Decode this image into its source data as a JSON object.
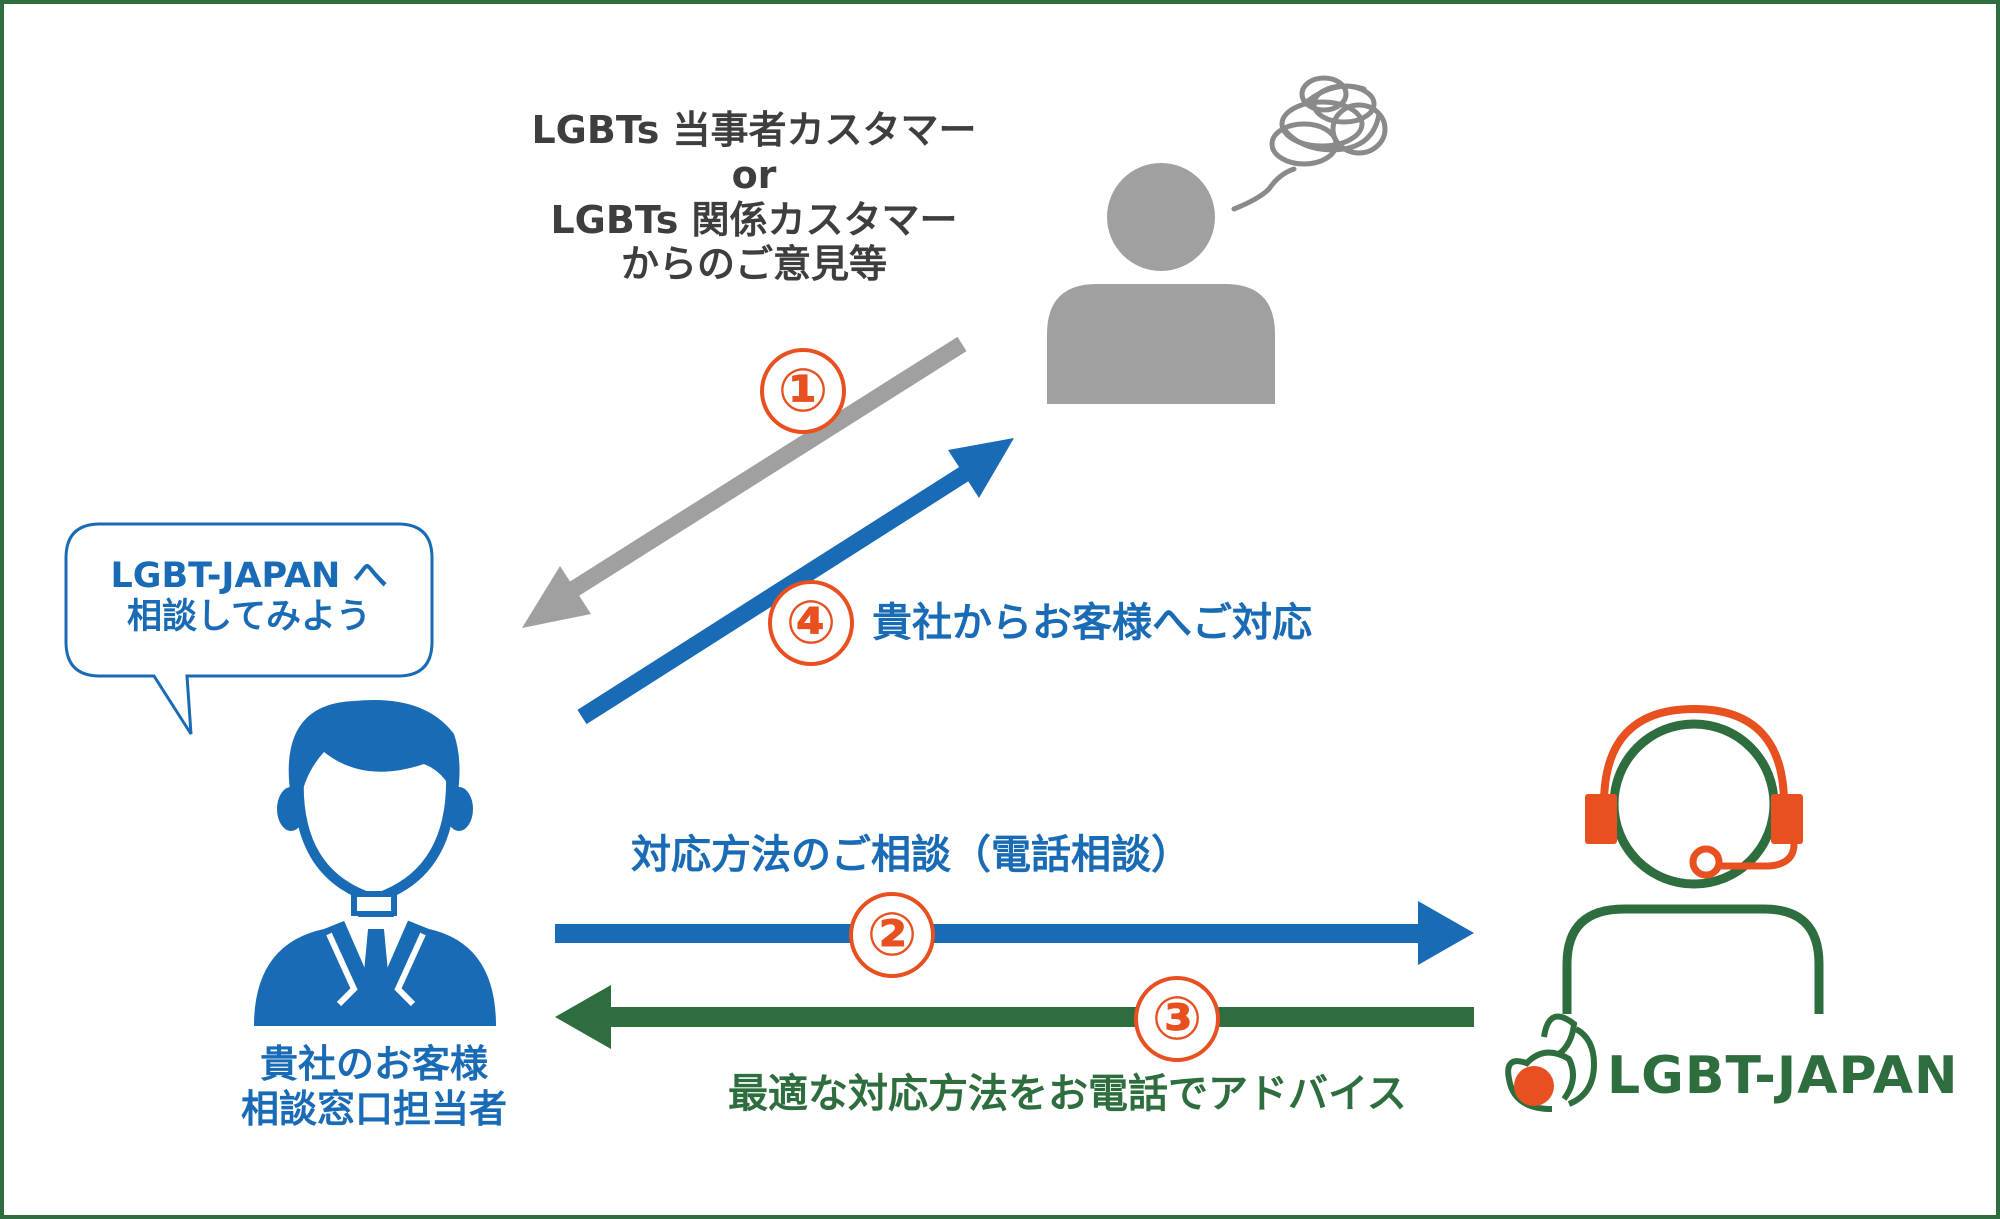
{
  "customer_caption": {
    "line1": "LGBTs 当事者カスタマー",
    "line2": "or",
    "line3": "LGBTs 関係カスタマー",
    "line4": "からのご意見等"
  },
  "bubble": {
    "line1": "LGBT-JAPAN へ",
    "line2": "相談してみよう"
  },
  "staff_caption": {
    "line1": "貴社のお客様",
    "line2": "相談窓口担当者"
  },
  "steps": {
    "one": "①",
    "two": "②",
    "three": "③",
    "four": "④"
  },
  "step4_label": "貴社からお客様へご対応",
  "step2_label": "対応方法のご相談（電話相談）",
  "step3_label": "最適な対応方法をお電話でアドバイス",
  "logo_text": "LGBT-JAPAN",
  "colors": {
    "gray": "#a0a0a0",
    "blue": "#1a6bb5",
    "green": "#2e6e3e",
    "orange": "#e8501f",
    "border": "#2e6e3e"
  }
}
